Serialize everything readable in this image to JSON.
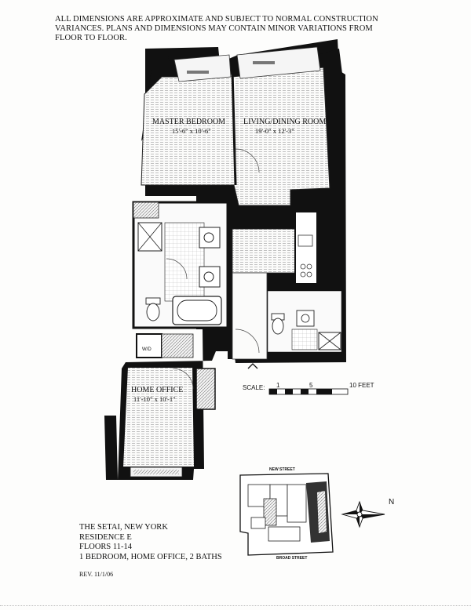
{
  "disclaimer": "ALL DIMENSIONS ARE APPROXIMATE AND SUBJECT TO NORMAL CONSTRUCTION VARIANCES. PLANS AND DIMENSIONS MAY CONTAIN MINOR VARIATIONS FROM FLOOR TO FLOOR.",
  "rooms": {
    "master_bedroom": {
      "name": "MASTER BEDROOM",
      "dims": "15'-6\" x 10'-6\""
    },
    "living_dining": {
      "name": "LIVING/DINING ROOM",
      "dims": "19'-0\" x 12'-3\""
    },
    "home_office": {
      "name": "HOME OFFICE",
      "dims": "11'-10\" x 10'-1\""
    },
    "washer_dryer": {
      "name": "W/D"
    }
  },
  "scale": {
    "label": "SCALE:",
    "ticks": [
      "1",
      "5",
      "10 FEET"
    ]
  },
  "key_plan": {
    "top_street": "NEW STREET",
    "bottom_street": "BROAD STREET"
  },
  "compass": {
    "north_label": "N"
  },
  "building_info": {
    "lines": [
      "THE SETAI, NEW YORK",
      "RESIDENCE E",
      "FLOORS 11-14",
      "1 BEDROOM, HOME OFFICE, 2 BATHS"
    ],
    "revision": "REV. 11/1/06"
  }
}
